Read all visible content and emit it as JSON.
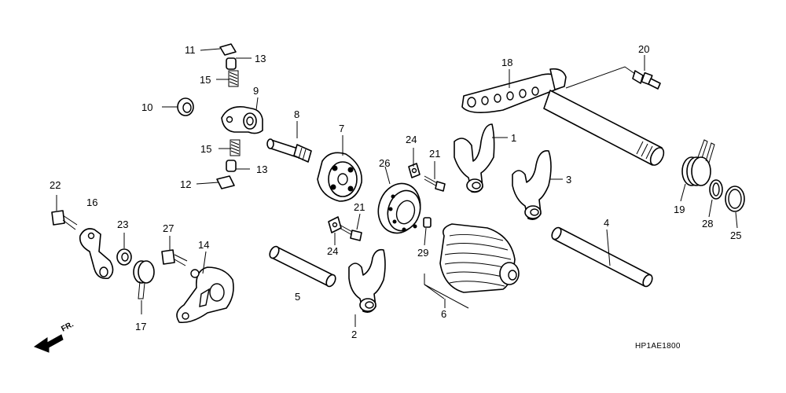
{
  "diagram_code": "HP1AE1800",
  "direction_label": "FR.",
  "callouts": {
    "c1": "1",
    "c2": "2",
    "c3": "3",
    "c4": "4",
    "c5": "5",
    "c6": "6",
    "c7": "7",
    "c8": "8",
    "c9": "9",
    "c10": "10",
    "c11": "11",
    "c12": "12",
    "c13a": "13",
    "c13b": "13",
    "c14": "14",
    "c15a": "15",
    "c15b": "15",
    "c16": "16",
    "c17": "17",
    "c18": "18",
    "c19": "19",
    "c20": "20",
    "c21a": "21",
    "c21b": "21",
    "c22": "22",
    "c23": "23",
    "c24a": "24",
    "c24b": "24",
    "c25": "25",
    "c26": "26",
    "c27": "27",
    "c28": "28",
    "c29": "29"
  },
  "colors": {
    "line": "#000000",
    "background": "#ffffff"
  }
}
